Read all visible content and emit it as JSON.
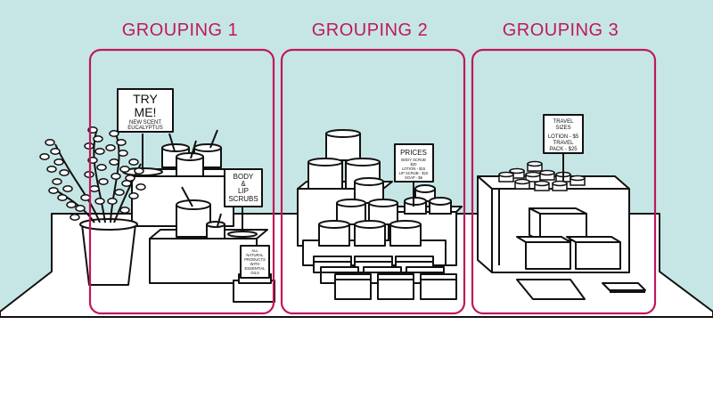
{
  "colors": {
    "wall": "#c6e6e6",
    "floor": "#ffffff",
    "accent": "#c0175d",
    "line": "#111111"
  },
  "groupings": [
    {
      "label": "GROUPING 1"
    },
    {
      "label": "GROUPING 2"
    },
    {
      "label": "GROUPING 3"
    }
  ],
  "signs": {
    "try_me": {
      "title_1": "TRY",
      "title_2": "ME!",
      "sub_1": "NEW SCENT",
      "sub_2": "EUCALYPTUS"
    },
    "body_lip": {
      "line_1": "BODY",
      "line_2": "&",
      "line_3": "LIP",
      "line_4": "SCRUBS"
    },
    "all_natural": {
      "line_1": "ALL",
      "line_2": "NATURAL",
      "line_3": "PRODUCTS",
      "line_4": "WITH",
      "line_5": "ESSENTIAL",
      "line_6": "OILS"
    },
    "prices": {
      "title": "PRICES",
      "line_1": "BODY SCRUB",
      "line_2": "$20",
      "line_3": "LOTION - $15",
      "line_4": "LIP SCRUB - $10",
      "line_5": "SOAP - $6"
    },
    "travel": {
      "line_1": "TRAVEL",
      "line_2": "SIZES",
      "line_3": "LOTION - $5",
      "line_4": "TRAVEL",
      "line_5": "PACK - $25"
    }
  }
}
